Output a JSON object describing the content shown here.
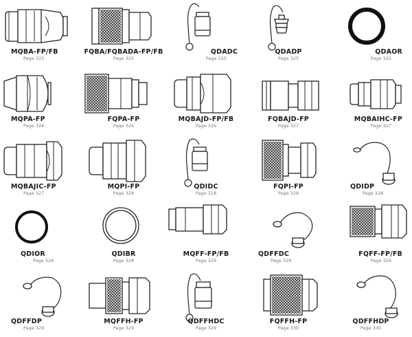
{
  "products": [
    {
      "name": "MQBA-FP/FB",
      "page": "Page 325",
      "drawing": "coupler-plug-icon"
    },
    {
      "name": "FQBA/FQBADA-FP/FB",
      "page": "Page 325",
      "drawing": "knurled-coupler-icon"
    },
    {
      "name": "QDADC",
      "page": "Page 325",
      "drawing": "dust-cap-icon"
    },
    {
      "name": "QDADP",
      "page": "Page 325",
      "drawing": "dust-plug-icon"
    },
    {
      "name": "QDAOR",
      "page": "Page 325",
      "drawing": "o-ring-icon"
    },
    {
      "name": "MQPA-FP",
      "page": "Page 326",
      "drawing": "coupler-plug-icon"
    },
    {
      "name": "FQPA-FP",
      "page": "Page 326",
      "drawing": "knurled-coupler-icon"
    },
    {
      "name": "MQBAJD-FP/FB",
      "page": "Page 326",
      "drawing": "coupler-plug-icon"
    },
    {
      "name": "FQBAJD-FP",
      "page": "Page 327",
      "drawing": "socket-coupler-icon"
    },
    {
      "name": "MQBAIHC-FP",
      "page": "Page 327",
      "drawing": "coupler-plug-icon"
    },
    {
      "name": "MQBAJIC-FP",
      "page": "Page 327",
      "drawing": "coupler-plug-icon"
    },
    {
      "name": "MQPI-FP",
      "page": "Page 328",
      "drawing": "coupler-plug-icon"
    },
    {
      "name": "QDIDC",
      "page": "Page 328",
      "drawing": "dust-cap-icon"
    },
    {
      "name": "FQPI-FP",
      "page": "Page 328",
      "drawing": "knurled-coupler-icon"
    },
    {
      "name": "QDIDP",
      "page": "Page 328",
      "drawing": "tethered-cap-icon"
    },
    {
      "name": "QDIOR",
      "page": "Page 328",
      "drawing": "o-ring-icon"
    },
    {
      "name": "QDIBR",
      "page": "Page 328",
      "drawing": "backup-ring-icon"
    },
    {
      "name": "MQFF-FP/FB",
      "page": "Page 329",
      "drawing": "flat-face-plug-icon"
    },
    {
      "name": "QDFFDC",
      "page": "Page 329",
      "drawing": "tethered-cap-icon"
    },
    {
      "name": "FQFF-FP/FB",
      "page": "Page 329",
      "drawing": "knurled-coupler-icon"
    },
    {
      "name": "QDFFDP",
      "page": "Page 329",
      "drawing": "tethered-cap-icon"
    },
    {
      "name": "MQFFH-FP",
      "page": "Page 329",
      "drawing": "flat-face-plug-icon"
    },
    {
      "name": "QDFFHDC",
      "page": "Page 329",
      "drawing": "dust-cap-icon"
    },
    {
      "name": "FQFFH-FP",
      "page": "Page 330",
      "drawing": "knurled-coupler-icon"
    },
    {
      "name": "QDFFHDP",
      "page": "Page 330",
      "drawing": "tethered-cap-icon"
    }
  ]
}
